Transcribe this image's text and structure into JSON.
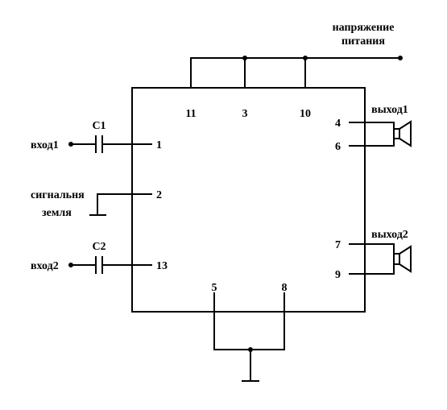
{
  "labels": {
    "power_line1": "напряжение",
    "power_line2": "питания",
    "input1": "вход1",
    "input2": "вход2",
    "ground_line1": "сигнальня",
    "ground_line2": "земля",
    "output1": "выход1",
    "output2": "выход2",
    "c1": "C1",
    "c2": "C2"
  },
  "pins": {
    "p1": "1",
    "p2": "2",
    "p3": "3",
    "p4": "4",
    "p5": "5",
    "p6": "6",
    "p7": "7",
    "p8": "8",
    "p9": "9",
    "p10": "10",
    "p11": "11",
    "p13": "13"
  }
}
